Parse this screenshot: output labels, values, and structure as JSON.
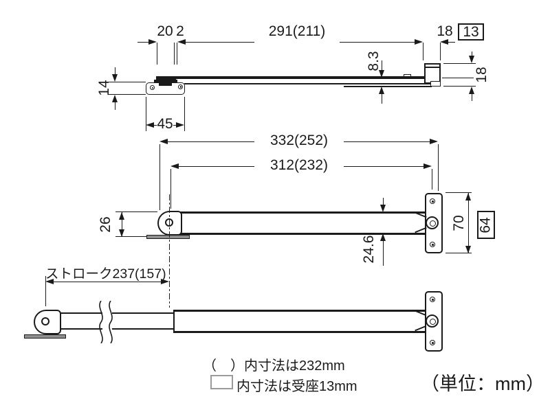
{
  "drawing_title": "stay-arm-dimension-drawing",
  "top_view": {
    "d20": "20",
    "d2": "2",
    "d291": "291(211)",
    "d18_top": "18",
    "d13_boxed": "13",
    "d8_3": "8.3",
    "d18_right": "18",
    "d14": "14",
    "d45": "45"
  },
  "mid_view": {
    "d332": "332(252)",
    "d312": "312(232)",
    "d26": "26",
    "d24_6": "24.6",
    "d70": "70",
    "d64_boxed": "64"
  },
  "bottom_view": {
    "stroke": "ストローク237(157)"
  },
  "legend": {
    "paren_note": "（　）内寸法は232mm",
    "box_note": "内寸法は受座13mm",
    "unit": "（単位：mm）"
  },
  "colors": {
    "line": "#1a1a1a",
    "plate_fill": "#8f8f8f",
    "legend_box_border": "#9a9a9a",
    "background": "#ffffff"
  }
}
